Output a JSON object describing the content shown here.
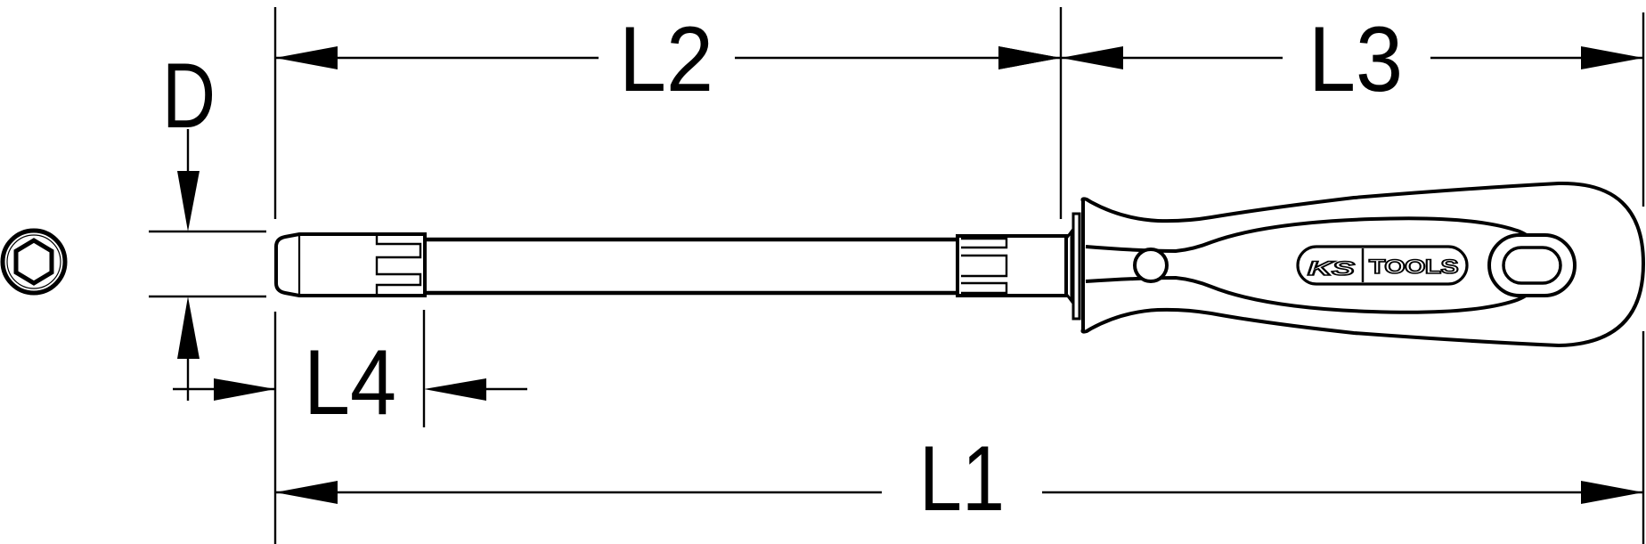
{
  "diagram": {
    "type": "technical-dimension-drawing",
    "subject": "socket-screwdriver (nut driver) with hex socket tip",
    "colors": {
      "line": "#000000",
      "background": "#ffffff"
    },
    "dimensions": {
      "D": {
        "label": "D",
        "meaning": "outer diameter of socket"
      },
      "L1": {
        "label": "L1",
        "meaning": "overall length"
      },
      "L2": {
        "label": "L2",
        "meaning": "blade/shaft length"
      },
      "L3": {
        "label": "L3",
        "meaning": "handle length"
      },
      "L4": {
        "label": "L4",
        "meaning": "socket length"
      }
    },
    "end_view": {
      "icon": "hex-socket-end-view"
    },
    "handle": {
      "brand_logo": {
        "left": "KS",
        "right": "TOOLS"
      }
    }
  }
}
